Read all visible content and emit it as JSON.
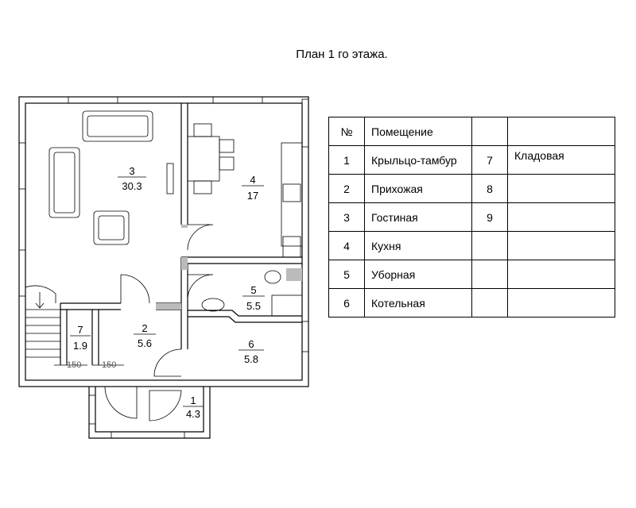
{
  "title": "План 1 го этажа.",
  "rooms": [
    {
      "number": "1",
      "area": "4.3"
    },
    {
      "number": "2",
      "area": "5.6"
    },
    {
      "number": "3",
      "area": "30.3"
    },
    {
      "number": "4",
      "area": "17"
    },
    {
      "number": "5",
      "area": "5.5"
    },
    {
      "number": "6",
      "area": "5.8"
    },
    {
      "number": "7",
      "area": "1.9"
    }
  ],
  "dimensions": [
    "150",
    "150"
  ],
  "legend": {
    "header": {
      "num": "№",
      "name": "Помещение"
    },
    "rows": [
      {
        "num": "1",
        "name": "Крыльцо-тамбур",
        "num2": "7",
        "name2": "Кладовая"
      },
      {
        "num": "2",
        "name": "Прихожая",
        "num2": "8",
        "name2": ""
      },
      {
        "num": "3",
        "name": "Гостиная",
        "num2": "9",
        "name2": ""
      },
      {
        "num": "4",
        "name": "Кухня",
        "num2": "",
        "name2": ""
      },
      {
        "num": "5",
        "name": "Уборная",
        "num2": "",
        "name2": ""
      },
      {
        "num": "6",
        "name": "Котельная",
        "num2": "",
        "name2": ""
      }
    ]
  }
}
